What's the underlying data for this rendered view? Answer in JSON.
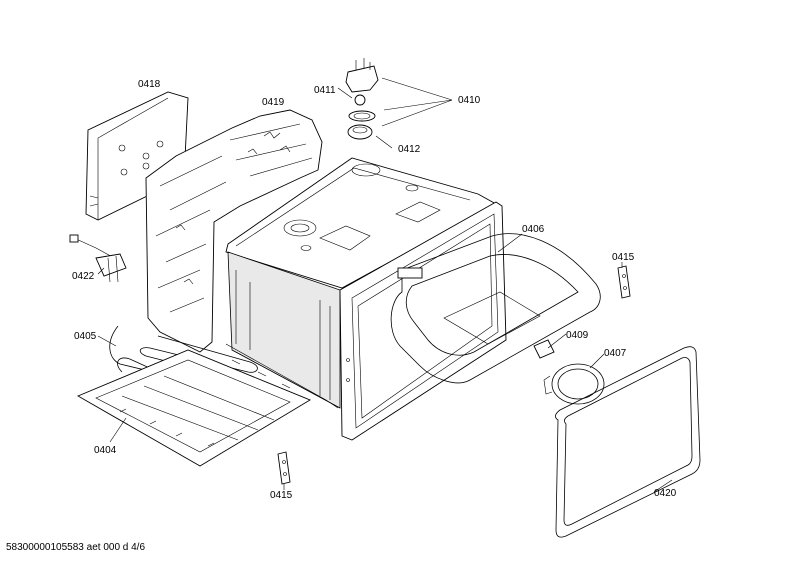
{
  "labels": {
    "p0418": "0418",
    "p0419": "0419",
    "p0411": "0411",
    "p0410": "0410",
    "p0412": "0412",
    "p0406": "0406",
    "p0415a": "0415",
    "p0422": "0422",
    "p0405": "0405",
    "p0409": "0409",
    "p0407": "0407",
    "p0404": "0404",
    "p0415b": "0415",
    "p0420": "0420"
  },
  "footer": "58300000105583 aet 000 d 4/6"
}
